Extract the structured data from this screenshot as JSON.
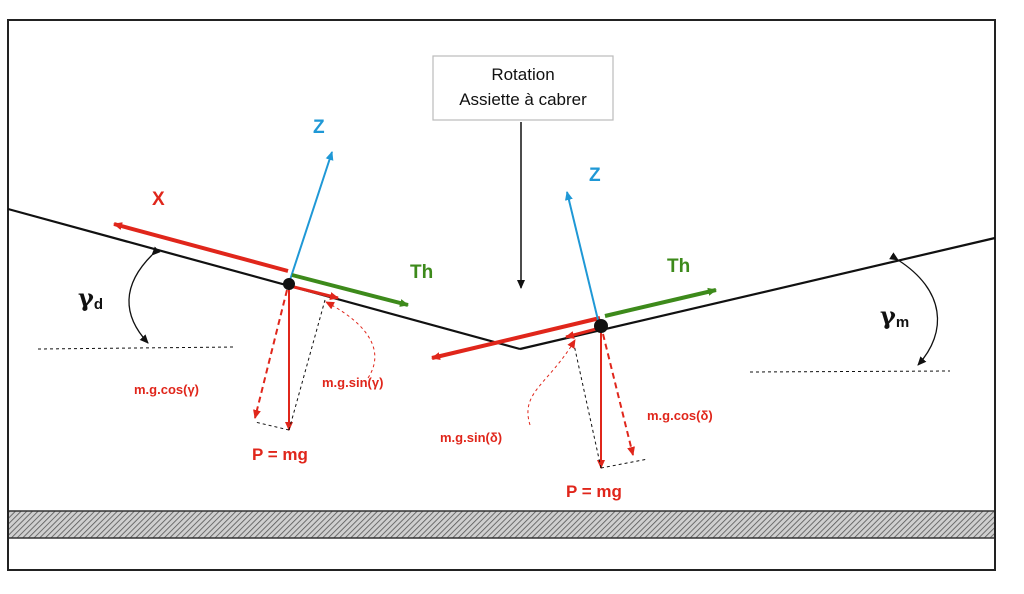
{
  "rotation_box": {
    "line1": "Rotation",
    "line2": "Assiette à cabrer"
  },
  "left_body": {
    "x_label": "X",
    "z_label": "Z",
    "th_label": "Th",
    "angle_symbol": "γ",
    "angle_subscript": "d",
    "cos_label": "m.g.cos(γ)",
    "sin_label": "m.g.sin(γ)",
    "weight_label": "P = mg"
  },
  "right_body": {
    "z_label": "Z",
    "th_label": "Th",
    "angle_symbol": "γ",
    "angle_subscript": "m",
    "cos_label": "m.g.cos(δ)",
    "sin_label": "m.g.sin(δ)",
    "weight_label": "P = mg"
  },
  "colors": {
    "x_axis": "#e0261b",
    "z_axis": "#1f98d6",
    "thrust": "#3d8a1b",
    "force": "#e0261b",
    "line": "#111111",
    "frame": "#222222",
    "ground_hatch": "#555555"
  }
}
